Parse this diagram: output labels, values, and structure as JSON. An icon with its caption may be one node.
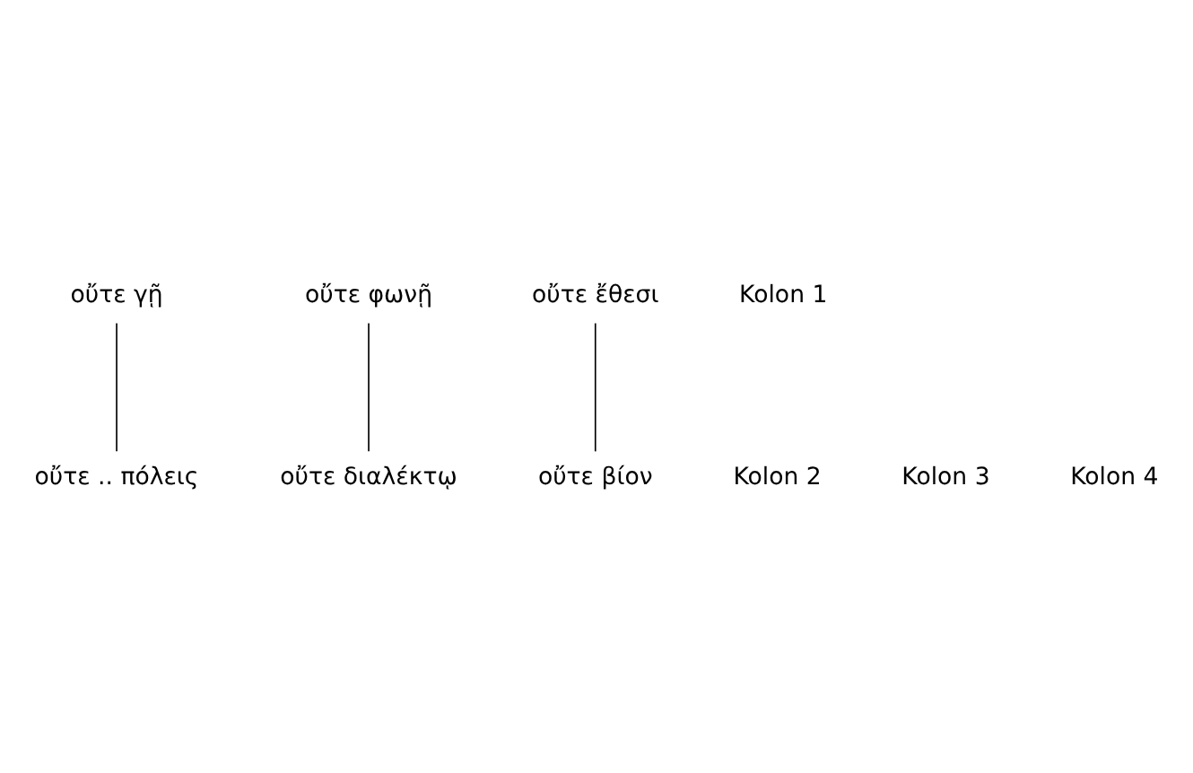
{
  "diagram": {
    "nodes": [
      {
        "text": [
          "οὔτε γῇ"
        ]
      },
      {
        "text": [
          "οὔτε φωνῇ"
        ]
      },
      {
        "text": [
          "οὔτε ἔθεσι"
        ]
      },
      {
        "text": [
          "οὔτε .. πόλεις"
        ]
      },
      {
        "text": [
          "οὔτε διαλέκτῳ"
        ]
      },
      {
        "text": [
          "οὔτε βίον"
        ]
      }
    ],
    "edges": [
      {
        "from": 0,
        "to": 3,
        "arrow": "none"
      },
      {
        "from": 1,
        "to": 4,
        "arrow": "none"
      },
      {
        "from": 2,
        "to": 5,
        "arrow": "none"
      }
    ],
    "labels": [
      "Kolon 1",
      "Kolon 2",
      "Kolon 3",
      "Kolon 4"
    ]
  }
}
